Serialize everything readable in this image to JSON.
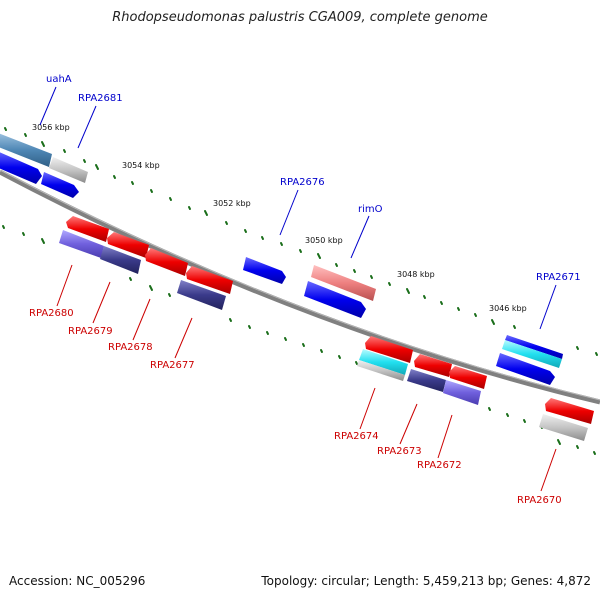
{
  "title": "Rhodopseudomonas palustris CGA009, complete genome",
  "footer": {
    "accession": "Accession: NC_005296",
    "summary": "Topology: circular; Length: 5,459,213 bp; Genes: 4,872"
  },
  "colors": {
    "backbone": "#808080",
    "tick": "#1a6e1a",
    "forward_label": "#0000cc",
    "reverse_label": "#cc0000",
    "blue": "#0000ee",
    "red": "#ee0000",
    "grey": "#c0c0c0",
    "steelblue": "#4f87b5",
    "cyan": "#22e0f0",
    "purple": "#7060dd",
    "darkslate": "#3a3a8a",
    "salmon": "#ee8080"
  },
  "scale_labels": [
    "3056 kbp",
    "3054 kbp",
    "3052 kbp",
    "3050 kbp",
    "3048 kbp",
    "3046 kbp"
  ],
  "forward_labels": [
    "uahA",
    "RPA2681",
    "RPA2676",
    "rimO",
    "RPA2671"
  ],
  "reverse_labels": [
    "RPA2680",
    "RPA2679",
    "RPA2678",
    "RPA2677",
    "RPA2674",
    "RPA2673",
    "RPA2672",
    "RPA2670"
  ]
}
